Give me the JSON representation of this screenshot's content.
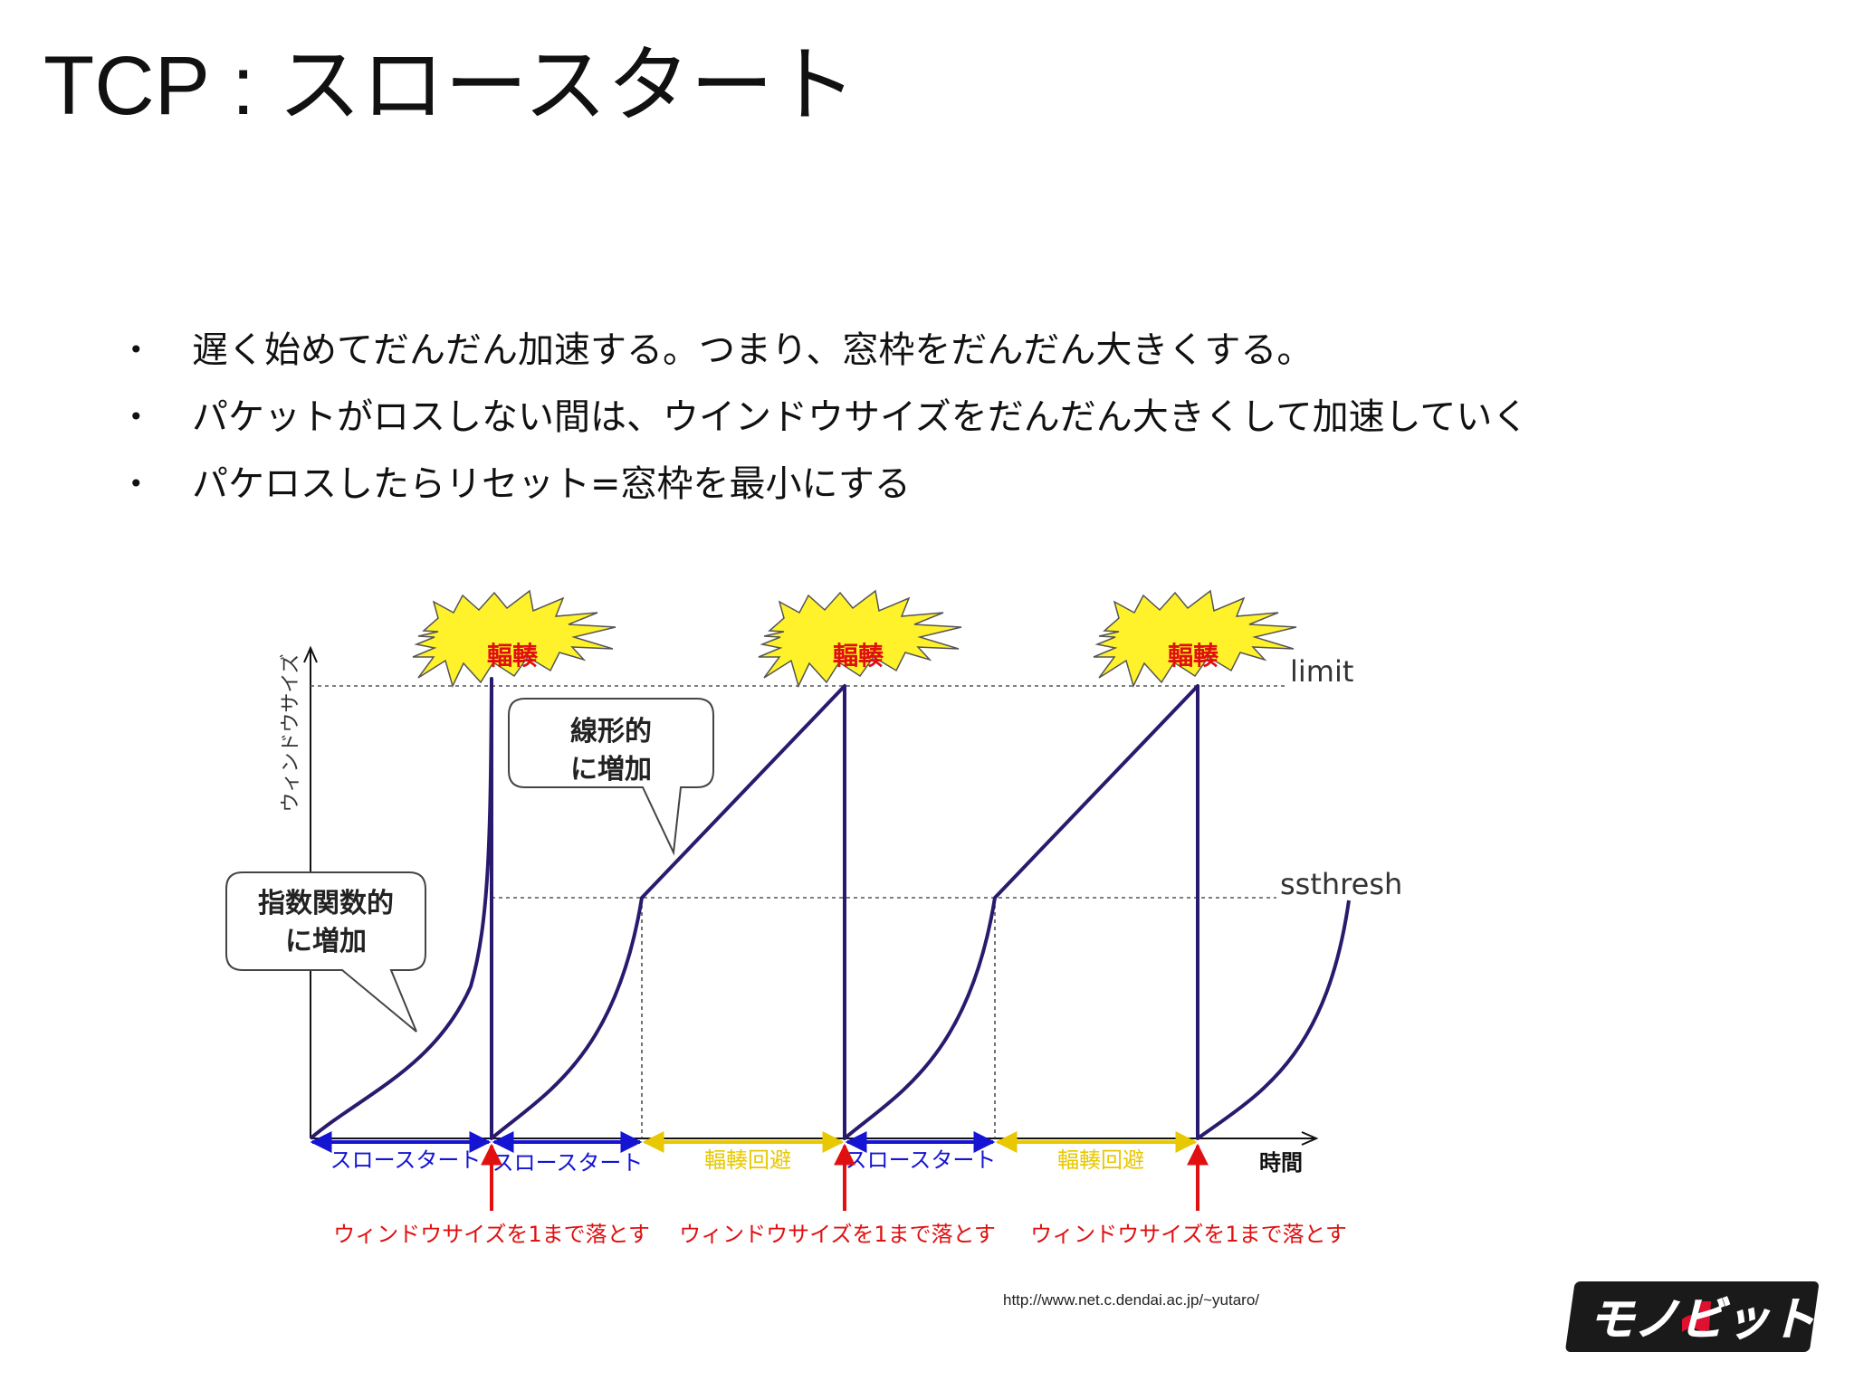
{
  "slide": {
    "title": "TCP : スロースタート",
    "bullets": [
      "遅く始めてだんだん加速する。つまり、窓枠をだんだん大きくする。",
      "パケットがロスしない間は、ウインドウサイズをだんだん大きくして加速していく",
      "パケロスしたらリセット=窓枠を最小にする"
    ],
    "source_url": "http://www.net.c.dendai.ac.jp/~yutaro/",
    "logo_text": "モノビット"
  },
  "diagram": {
    "y_axis_label": "ウィンドウサイズ",
    "x_axis_label": "時間",
    "limit_label": "limit",
    "ssthresh_label": "ssthresh",
    "congestion_label": "輻輳",
    "callout_exponential": [
      "指数関数的",
      "に増加"
    ],
    "callout_linear": [
      "線形的",
      "に増加"
    ],
    "phase_slow_start": "スロースタート",
    "phase_congestion_avoidance": "輻輳回避",
    "reset_note": "ウィンドウサイズを1まで落とす",
    "colors": {
      "curve": "#2a1a6e",
      "slow_start": "#1414d2",
      "avoidance": "#e8c800",
      "reset": "#e01010",
      "burst_fill": "#fff22a"
    }
  }
}
